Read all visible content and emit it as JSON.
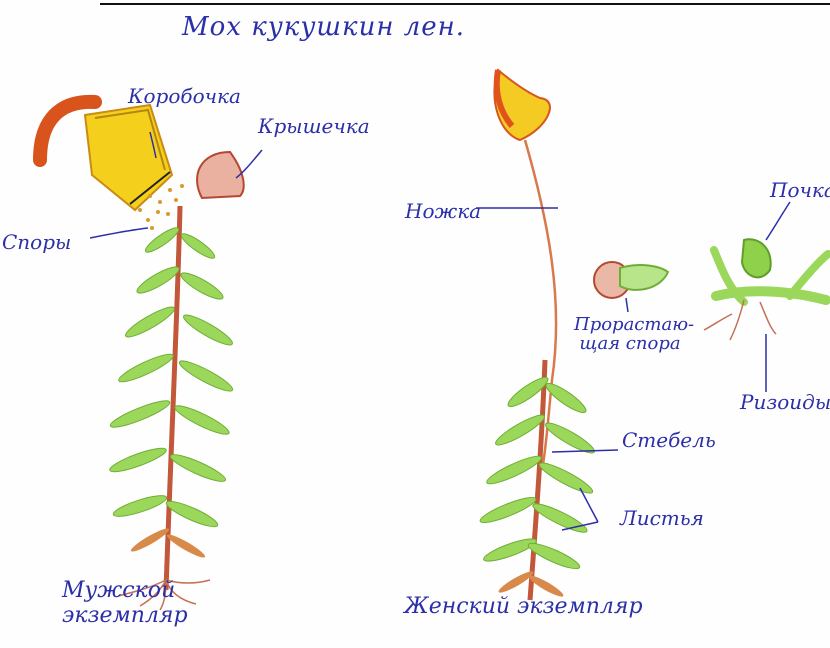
{
  "title": "Мох кукушкин лен.",
  "labels": {
    "korobochka": "Коробочка",
    "kryshechka": "Крышечка",
    "spory": "Споры",
    "nozhka": "Ножка",
    "pochka": "Почка",
    "prorastayushchaya_spora": "Прорастаю- щая спора",
    "rizoidy": "Ризоиды",
    "stebel": "Стебель",
    "listya": "Листья",
    "male_specimen": "Мужской экземпляр",
    "female_specimen": "Женский экземпляр"
  },
  "colors": {
    "label_ink": "#2b2fa8",
    "leaf": "#8fd14a",
    "stem": "#c2573a",
    "capsule": "#f2c21a",
    "capsule_red": "#e0531f"
  }
}
